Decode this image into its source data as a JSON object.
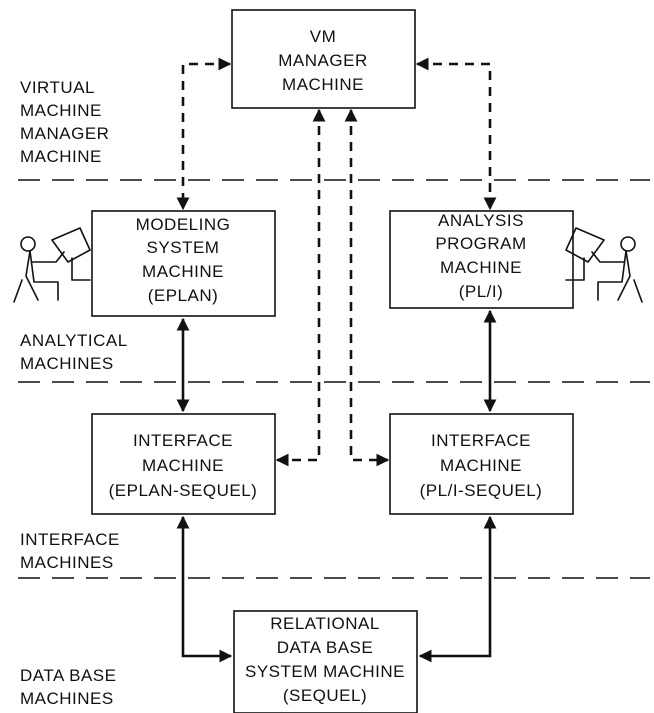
{
  "layers": {
    "vm_manager": [
      "VIRTUAL",
      "MACHINE",
      "MANAGER",
      "MACHINE"
    ],
    "analytical": [
      "ANALYTICAL",
      "MACHINES"
    ],
    "interface": [
      "INTERFACE",
      "MACHINES"
    ],
    "database": [
      "DATA BASE",
      "MACHINES"
    ]
  },
  "boxes": {
    "vm_manager": [
      "VM",
      "MANAGER",
      "MACHINE"
    ],
    "modeling": [
      "MODELING",
      "SYSTEM",
      "MACHINE",
      "(EPLAN)"
    ],
    "analysis": [
      "ANALYSIS",
      "PROGRAM",
      "MACHINE",
      "(PL/I)"
    ],
    "interface_eplan": [
      "INTERFACE",
      "MACHINE",
      "(EPLAN-SEQUEL)"
    ],
    "interface_pli": [
      "INTERFACE",
      "MACHINE",
      "(PL/I-SEQUEL)"
    ],
    "relational": [
      "RELATIONAL",
      "DATA BASE",
      "SYSTEM MACHINE",
      "(SEQUEL)"
    ]
  },
  "colors": {
    "ink": "#111111",
    "background": "#ffffff"
  },
  "icons": [
    "user-at-terminal-icon-left",
    "user-at-terminal-icon-right"
  ]
}
